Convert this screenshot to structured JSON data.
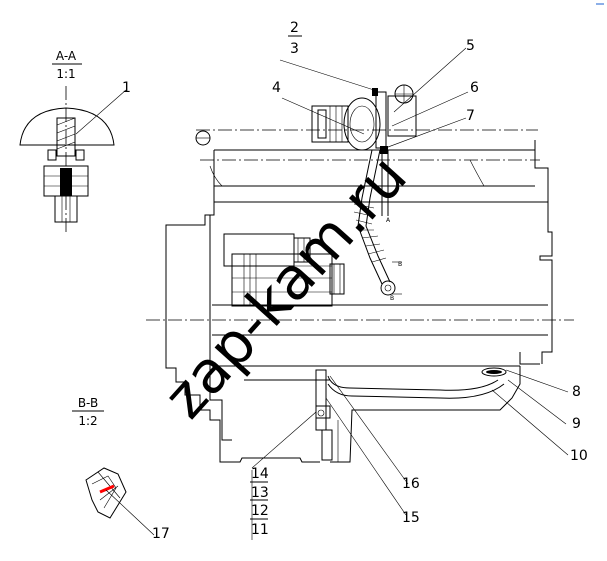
{
  "sections": {
    "aa_title": "A-A",
    "aa_scale": "1:1",
    "bb_title": "B-B",
    "bb_scale": "1:2"
  },
  "callouts": [
    "1",
    "2",
    "3",
    "4",
    "5",
    "6",
    "7",
    "8",
    "9",
    "10",
    "11",
    "12",
    "13",
    "14",
    "15",
    "16",
    "17"
  ],
  "view_marks": {
    "a": "A",
    "b1": "B",
    "b2": "B"
  },
  "watermark": "zap-kam.ru",
  "colors": {
    "line": "#000000",
    "watermark": "#b8b8b8",
    "marker": "#ff0000"
  }
}
